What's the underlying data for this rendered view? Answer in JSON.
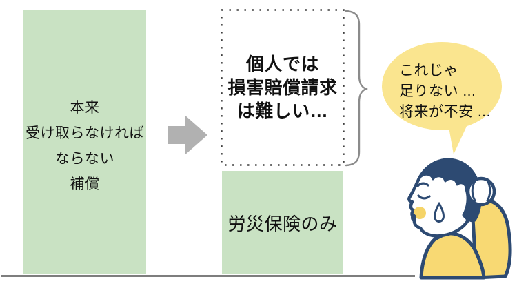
{
  "colors": {
    "bar_green": "#c9e2c3",
    "arrow_gray": "#b1b1b1",
    "bubble_yellow": "#fae58f",
    "body_yellow": "#f8d973",
    "navy": "#2d4a72",
    "ground_gray": "#7e7e7e",
    "brace_gray": "#8b8b8b",
    "dotted_border": "#3d3d3d",
    "text": "#111111"
  },
  "left_bar": {
    "lines": [
      "本来",
      "受け取らなければ",
      "ならない",
      "補償"
    ]
  },
  "gap_box": {
    "lines": [
      "個人では",
      "損害賠償請求",
      "は難しい…"
    ]
  },
  "rousai_bar": {
    "label": "労災保険のみ"
  },
  "speech_bubble": {
    "lines": [
      "これじゃ",
      "足りない ...",
      "将来が不安 ..."
    ]
  },
  "icons": {
    "arrow": "arrow-right-icon",
    "brace": "curly-brace",
    "illustration": "crying-person"
  }
}
